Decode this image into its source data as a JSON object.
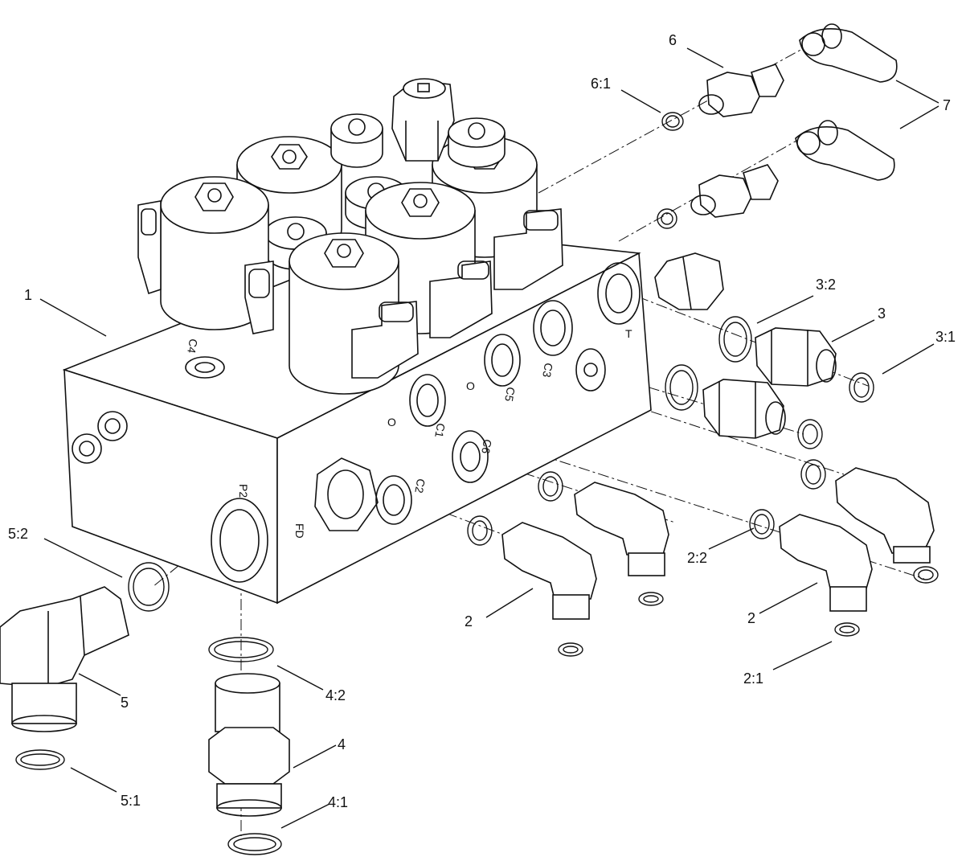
{
  "callouts": [
    {
      "id": "1",
      "text": "1"
    },
    {
      "id": "2a",
      "text": "2"
    },
    {
      "id": "2b",
      "text": "2"
    },
    {
      "id": "2-1",
      "text": "2:1"
    },
    {
      "id": "2-2",
      "text": "2:2"
    },
    {
      "id": "3",
      "text": "3"
    },
    {
      "id": "3-1",
      "text": "3:1"
    },
    {
      "id": "3-2",
      "text": "3:2"
    },
    {
      "id": "4",
      "text": "4"
    },
    {
      "id": "4-1",
      "text": "4:1"
    },
    {
      "id": "4-2",
      "text": "4:2"
    },
    {
      "id": "5",
      "text": "5"
    },
    {
      "id": "5-1",
      "text": "5:1"
    },
    {
      "id": "5-2",
      "text": "5:2"
    },
    {
      "id": "6",
      "text": "6"
    },
    {
      "id": "6-1",
      "text": "6:1"
    },
    {
      "id": "7",
      "text": "7"
    }
  ],
  "ports": {
    "p2": "P2",
    "fd": "FD",
    "c1": "C1",
    "c2": "C2",
    "c3": "C3",
    "c4": "C4",
    "c5": "C5",
    "c6": "C6",
    "t": "T",
    "o1": "O",
    "o2": "O"
  }
}
